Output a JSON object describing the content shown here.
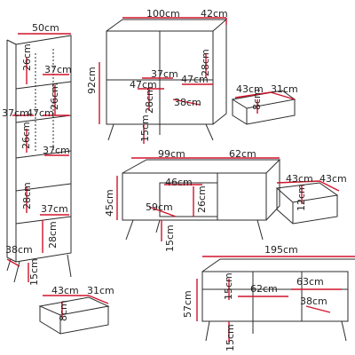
{
  "colors": {
    "outline": "#2b2b2b",
    "dimension": "#d0142c",
    "text": "#222222"
  },
  "tall_cabinet": {
    "width": "50cm",
    "d1": "26cm",
    "d2": "37cm",
    "d3": "26cm",
    "d4": "37cm",
    "d5": "47cm",
    "d6": "26cm",
    "d7": "37cm",
    "d8": "28cm",
    "d9": "37cm",
    "d10": "28cm",
    "depth": "38cm",
    "leg": "15cm"
  },
  "chest": {
    "width": "100cm",
    "depth": "42cm",
    "height": "92cm",
    "d1": "37cm",
    "d2": "47cm",
    "d3": "47cm",
    "d4": "28cm",
    "d5": "28cm",
    "d6": "38cm",
    "leg": "15cm"
  },
  "chest_drawer": {
    "width": "43cm",
    "depth": "31cm",
    "height": "8cm"
  },
  "coffee_table": {
    "width": "99cm",
    "depth": "62cm",
    "height": "45cm",
    "d1": "46cm",
    "d2": "26cm",
    "d3": "59cm",
    "leg": "15cm"
  },
  "table_drawer": {
    "width": "43cm",
    "depth": "43cm",
    "height": "12cm"
  },
  "tv_stand": {
    "width": "195cm",
    "height": "57cm",
    "d1": "62cm",
    "d2": "63cm",
    "d3": "15cm",
    "d4": "38cm",
    "leg": "15cm"
  },
  "cabinet_drawer": {
    "width": "43cm",
    "depth": "31cm",
    "height": "8cm"
  }
}
